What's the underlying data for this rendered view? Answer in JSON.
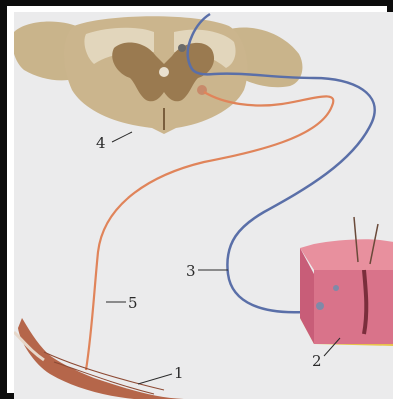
{
  "labels": {
    "effector": "1",
    "receptor": "2",
    "afferent": "3",
    "center": "4",
    "efferent": "5"
  },
  "colors": {
    "background": "#ebebec",
    "spinal_outer": "#c9b48b",
    "spinal_inner": "#9a7a50",
    "afferent_nerve": "#5a6fa8",
    "efferent_nerve": "#e0845a",
    "muscle": "#b5664a",
    "skin": "#d9738a",
    "fat": "#e8c24a"
  }
}
